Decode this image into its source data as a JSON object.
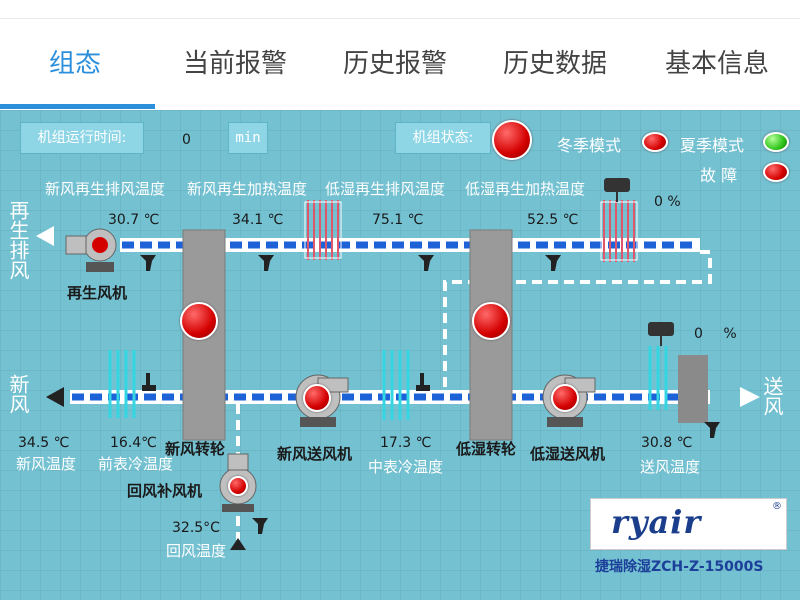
{
  "tabs": [
    {
      "label": "组态"
    },
    {
      "label": "当前报警"
    },
    {
      "label": "历史报警"
    },
    {
      "label": "历史数据"
    },
    {
      "label": "基本信息"
    }
  ],
  "status": {
    "runtime_label": "机组运行时间:",
    "runtime_value": "0",
    "runtime_unit": "min",
    "unit_state_label": "机组状态:",
    "winter_label": "冬季模式",
    "summer_label": "夏季模式",
    "fault_label": "故 障"
  },
  "sections": {
    "regen_exhaust_side": "再生排风",
    "fresh_air_side": "新风",
    "supply_air_side": "送风"
  },
  "top_labels": {
    "t1": "新风再生排风温度",
    "t2": "新风再生加热温度",
    "t3": "低湿再生排风温度",
    "t4": "低湿再生加热温度"
  },
  "readings": {
    "t1": "30.7",
    "t2": "34.1",
    "t3": "75.1",
    "t4": "52.5",
    "heater_pct": "0",
    "supply_pct": "0",
    "fresh_temp": "34.5",
    "pre_cool_temp": "16.4",
    "mid_cool_temp": "17.3",
    "supply_temp": "30.8",
    "return_temp": "32.5"
  },
  "units": {
    "c": "℃",
    "c2": "°C",
    "pct": "%"
  },
  "components": {
    "regen_fan": "再生风机",
    "fresh_wheel": "新风转轮",
    "fresh_supply_fan": "新风送风机",
    "low_wheel": "低湿转轮",
    "low_supply_fan": "低湿送风机",
    "return_fan": "回风补风机"
  },
  "bottom_labels": {
    "fresh_temp": "新风温度",
    "pre_cool": "前表冷温度",
    "mid_cool": "中表冷温度",
    "supply_temp": "送风温度",
    "return_temp": "回风温度"
  },
  "brand": {
    "logo": "ryair",
    "reg": "®",
    "model": "捷瑞除湿ZCH-Z-15000S"
  },
  "colors": {
    "accent": "#2c8fdc",
    "panel": "#74c1d2",
    "duct_blue": "#1e62d8",
    "alarm_red": "#d40000",
    "ok_green": "#2ec419"
  }
}
